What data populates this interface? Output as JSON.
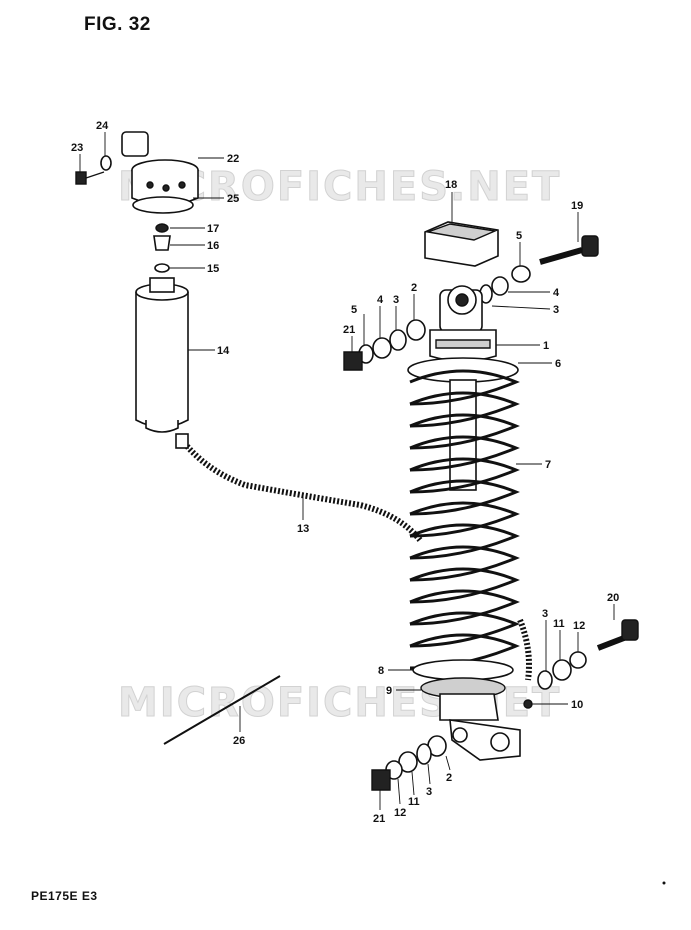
{
  "figure": {
    "title": "FIG. 32"
  },
  "model_code": "PE175E  E3",
  "watermark": [
    "MICROFICHES.NET",
    "MICROFICHES.NET"
  ],
  "callouts": [
    {
      "id": "c24",
      "label": "24"
    },
    {
      "id": "c23",
      "label": "23"
    },
    {
      "id": "c22",
      "label": "22"
    },
    {
      "id": "c25",
      "label": "25"
    },
    {
      "id": "c17",
      "label": "17"
    },
    {
      "id": "c16",
      "label": "16"
    },
    {
      "id": "c15",
      "label": "15"
    },
    {
      "id": "c14",
      "label": "14"
    },
    {
      "id": "c13",
      "label": "13"
    },
    {
      "id": "c18",
      "label": "18"
    },
    {
      "id": "c19",
      "label": "19"
    },
    {
      "id": "c5a",
      "label": "5"
    },
    {
      "id": "c4a",
      "label": "4"
    },
    {
      "id": "c3a",
      "label": "3"
    },
    {
      "id": "c2a",
      "label": "2"
    },
    {
      "id": "c4b",
      "label": "4"
    },
    {
      "id": "c3b",
      "label": "3"
    },
    {
      "id": "c5b",
      "label": "5"
    },
    {
      "id": "c21a",
      "label": "21"
    },
    {
      "id": "c1",
      "label": "1"
    },
    {
      "id": "c6",
      "label": "6"
    },
    {
      "id": "c7",
      "label": "7"
    },
    {
      "id": "c3c",
      "label": "3"
    },
    {
      "id": "c11a",
      "label": "11"
    },
    {
      "id": "c12a",
      "label": "12"
    },
    {
      "id": "c20",
      "label": "20"
    },
    {
      "id": "c8",
      "label": "8"
    },
    {
      "id": "c9",
      "label": "9"
    },
    {
      "id": "c10",
      "label": "10"
    },
    {
      "id": "c26",
      "label": "26"
    },
    {
      "id": "c2b",
      "label": "2"
    },
    {
      "id": "c3d",
      "label": "3"
    },
    {
      "id": "c11b",
      "label": "11"
    },
    {
      "id": "c12b",
      "label": "12"
    },
    {
      "id": "c21b",
      "label": "21"
    }
  ]
}
